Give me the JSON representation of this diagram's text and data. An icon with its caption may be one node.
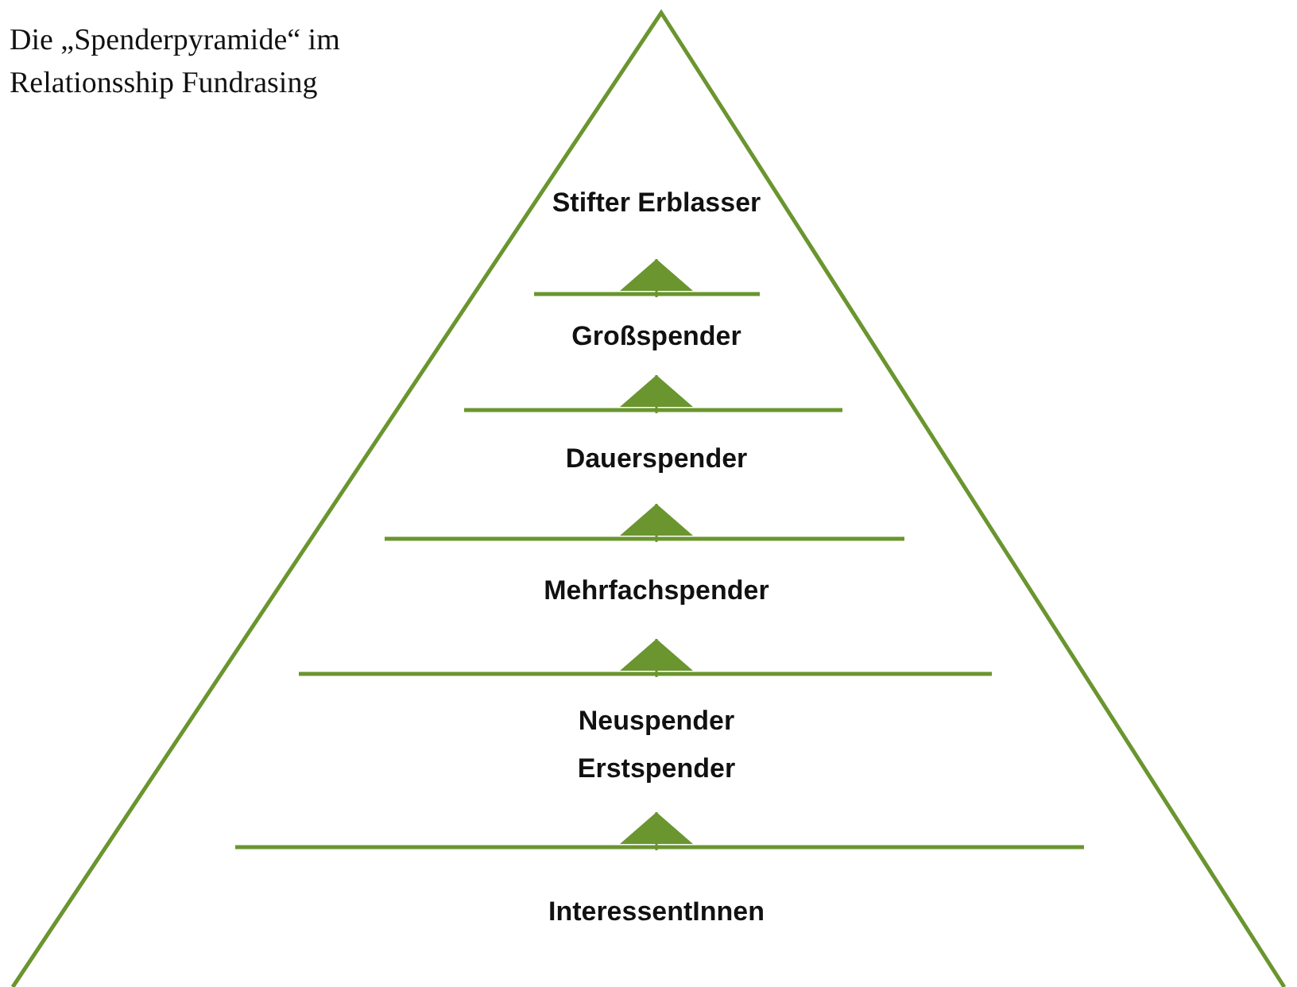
{
  "diagram": {
    "title": "Die „Spenderpyramide“ im Relationsship Fundrasing",
    "nodes": [
      {
        "text": [
          "Stifter Erblasser"
        ]
      },
      {
        "text": [
          "Großspender"
        ]
      },
      {
        "text": [
          "Dauerspender"
        ]
      },
      {
        "text": [
          "Mehrfachspender"
        ]
      },
      {
        "text": [
          "Neuspender Erstspender"
        ]
      },
      {
        "text": [
          "InteressentInnen"
        ]
      }
    ],
    "edges": [
      {
        "from": 5,
        "to": 4,
        "arrow": "to"
      },
      {
        "from": 4,
        "to": 3,
        "arrow": "to"
      },
      {
        "from": 3,
        "to": 2,
        "arrow": "to"
      },
      {
        "from": 2,
        "to": 1,
        "arrow": "to"
      },
      {
        "from": 1,
        "to": 0,
        "arrow": "to"
      }
    ]
  }
}
